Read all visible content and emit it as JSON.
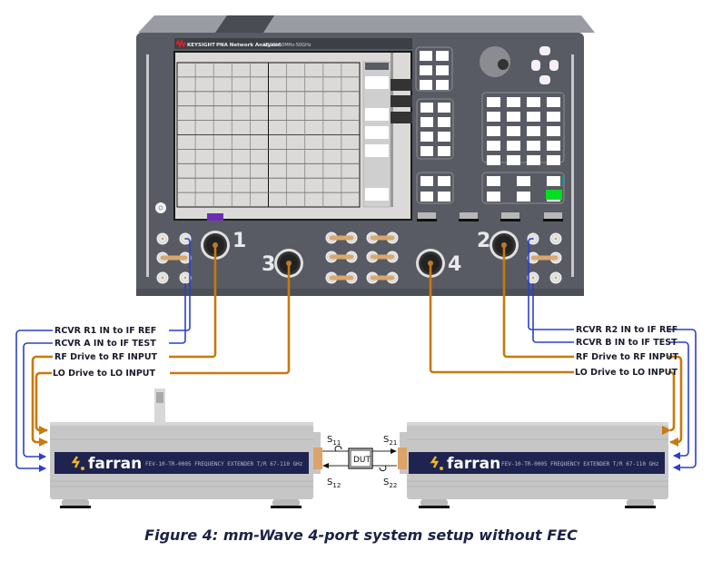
{
  "instrument": {
    "brand": "KEYSIGHT",
    "title": "PNA Network Analyzer",
    "model": "N5265B",
    "range": "10MHz-50GHz",
    "ports": [
      {
        "id": "1",
        "label": "1"
      },
      {
        "id": "2",
        "label": "2"
      },
      {
        "id": "3",
        "label": "3"
      },
      {
        "id": "4",
        "label": "4"
      }
    ],
    "indicator_color": "#00dd22",
    "screen_marker_color": "#6a2fb0"
  },
  "connections": {
    "left": [
      {
        "label": "RCVR R1 IN to IF REF",
        "type": "IF"
      },
      {
        "label": "RCVR A IN to IF TEST",
        "type": "IF"
      },
      {
        "label": "RF Drive to RF INPUT",
        "type": "RF"
      },
      {
        "label": "LO Drive to LO INPUT",
        "type": "LO"
      }
    ],
    "right": [
      {
        "label": "RCVR R2 IN to IF REF",
        "type": "IF"
      },
      {
        "label": "RCVR B IN to IF TEST",
        "type": "IF"
      },
      {
        "label": "RF Drive to RF INPUT",
        "type": "RF"
      },
      {
        "label": "LO Drive to LO INPUT",
        "type": "LO"
      }
    ]
  },
  "colors": {
    "if_cable": "#2b3fd0",
    "rf_cable": "#c8790f",
    "instrument_body": "#585b63",
    "extender_body": "#c8c8c8",
    "extender_label_bg": "#1e2350",
    "brand_accent": "#f0b429"
  },
  "extenders": [
    {
      "brand": "farran",
      "model": "FEV-10-TR-0005 FREQUENCY EXTENDER T/R 67-110 GHz"
    },
    {
      "brand": "farran",
      "model": "FEV-10-TR-0005 FREQUENCY EXTENDER T/R 67-110 GHz"
    }
  ],
  "dut": {
    "label": "DUT",
    "s_params": [
      {
        "base": "S",
        "sub": "11"
      },
      {
        "base": "S",
        "sub": "12"
      },
      {
        "base": "S",
        "sub": "21"
      },
      {
        "base": "S",
        "sub": "22"
      }
    ]
  },
  "caption": "Figure 4: mm-Wave 4-port system setup without FEC"
}
